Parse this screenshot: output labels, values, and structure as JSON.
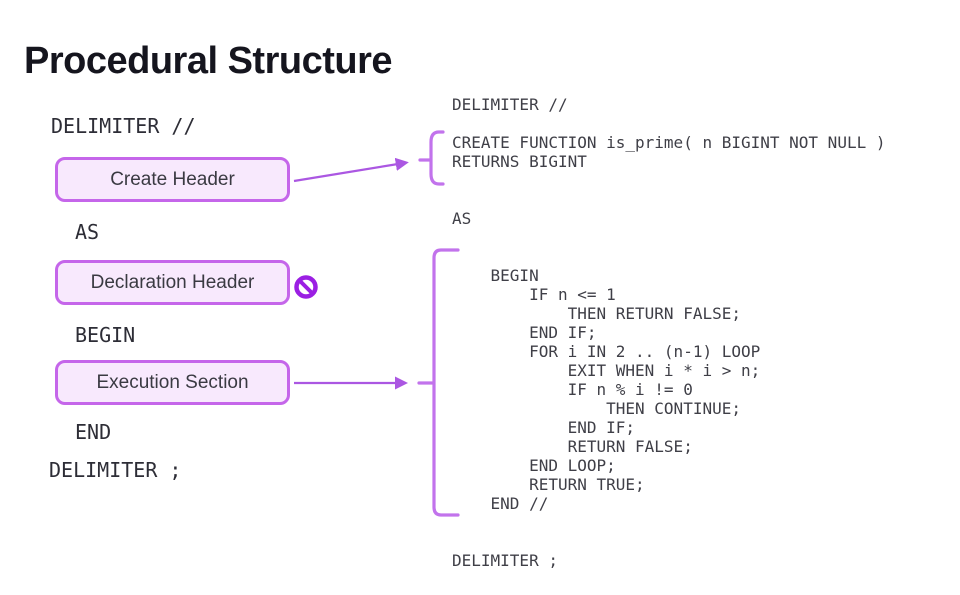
{
  "title": "Procedural Structure",
  "accent_colors": {
    "box_border": "#c566ea",
    "box_fill": "#f8e9fd",
    "arrow": "#ab57e2",
    "brace": "#c273ec",
    "prohibition": "#9b1fe3"
  },
  "left_panel": {
    "items": [
      {
        "type": "code",
        "label": "DELIMITER //"
      },
      {
        "type": "box",
        "label": "Create Header"
      },
      {
        "type": "code",
        "label": "AS"
      },
      {
        "type": "box",
        "label": "Declaration Header",
        "blocked": true
      },
      {
        "type": "code",
        "label": "BEGIN"
      },
      {
        "type": "box",
        "label": "Execution Section"
      },
      {
        "type": "code",
        "label": "END"
      },
      {
        "type": "code",
        "label": "DELIMITER ;"
      }
    ]
  },
  "code_panel": {
    "lines": [
      "DELIMITER //",
      "",
      "CREATE FUNCTION is_prime( n BIGINT NOT NULL )",
      "RETURNS BIGINT",
      "",
      "",
      "AS",
      "",
      "",
      "    BEGIN",
      "        IF n <= 1",
      "            THEN RETURN FALSE;",
      "        END IF;",
      "        FOR i IN 2 .. (n-1) LOOP",
      "            EXIT WHEN i * i > n;",
      "            IF n % i != 0",
      "                THEN CONTINUE;",
      "            END IF;",
      "            RETURN FALSE;",
      "        END LOOP;",
      "        RETURN TRUE;",
      "    END //",
      "",
      "",
      "DELIMITER ;"
    ]
  },
  "icons": {
    "prohibition": "no-entry",
    "arrow_create": "arrow-right",
    "arrow_execution": "arrow-right"
  }
}
